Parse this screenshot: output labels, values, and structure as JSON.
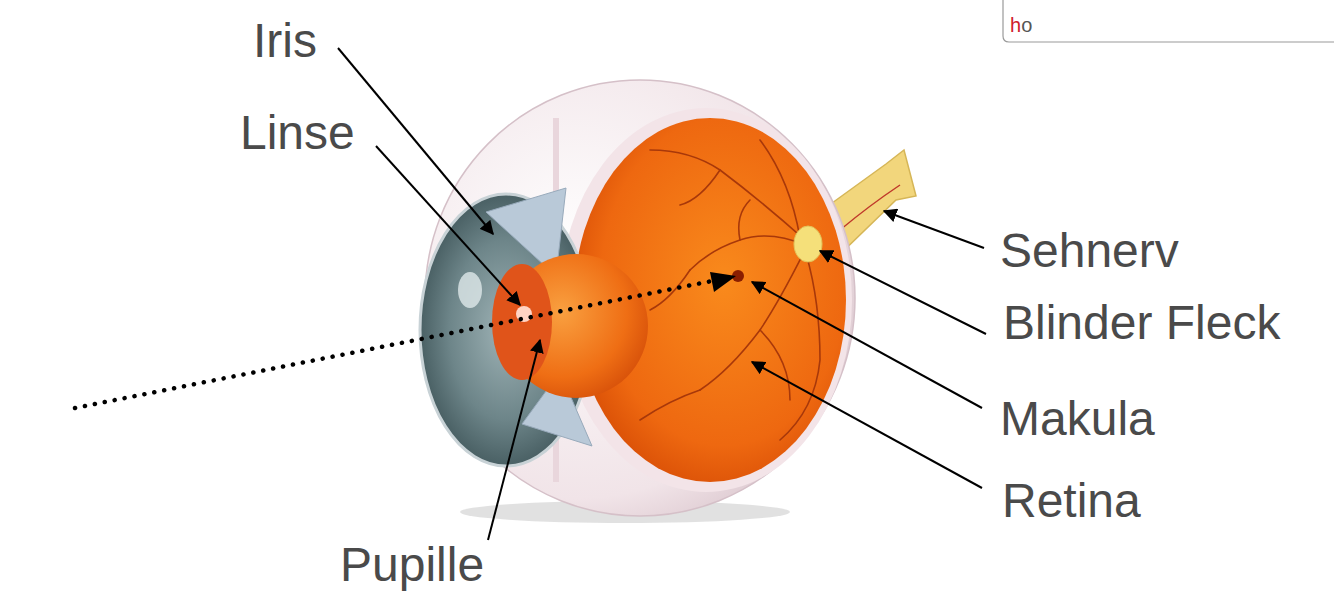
{
  "diagram": {
    "labels": [
      "ho",
      "Iris",
      "Linse",
      "Sehnerv",
      "Blinder Fleck",
      "Makula",
      "Retina",
      "Pupille"
    ]
  }
}
